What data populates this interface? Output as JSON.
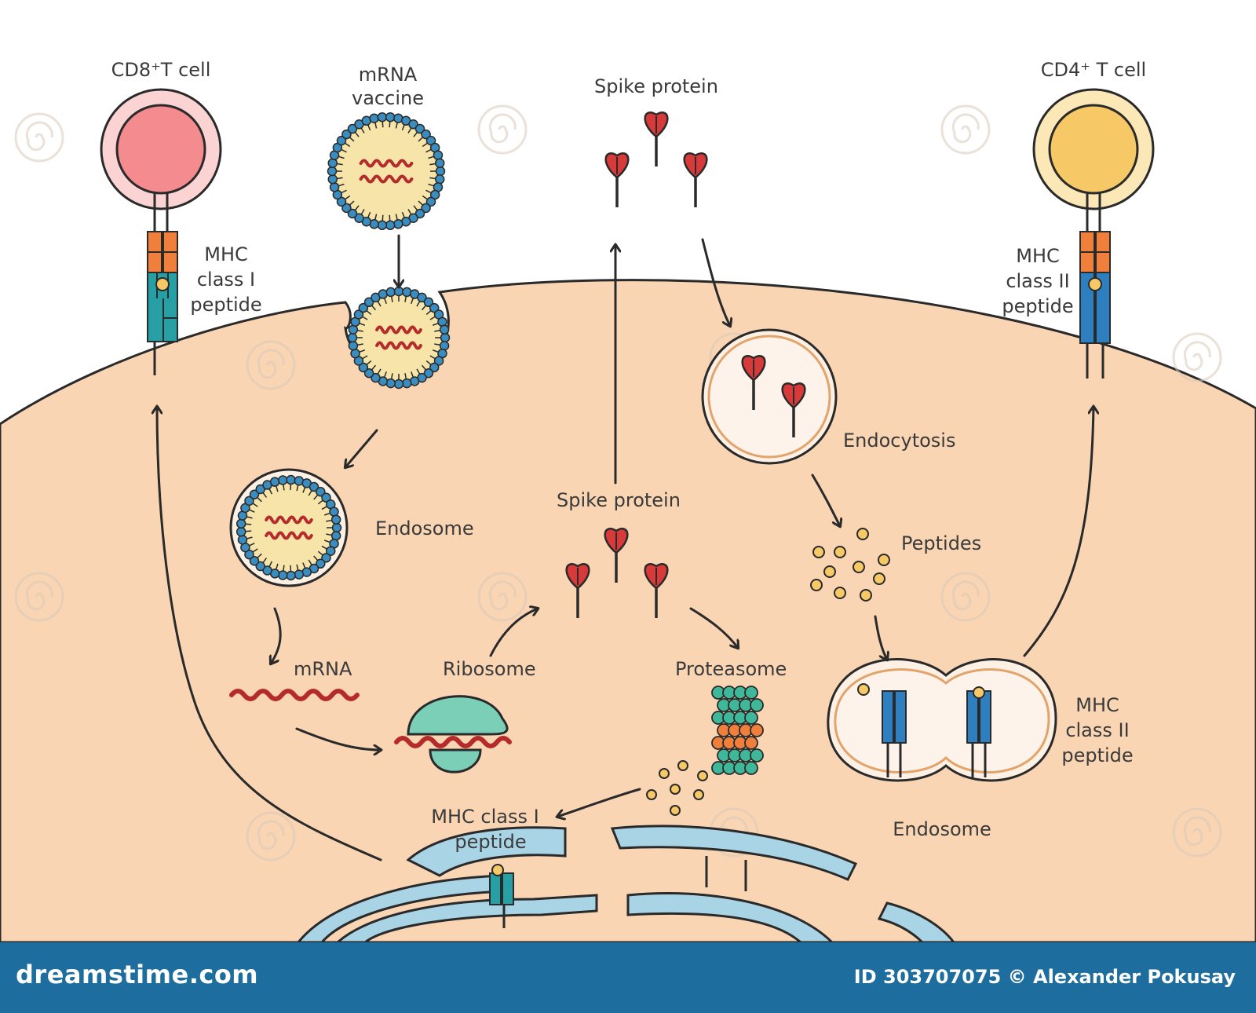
{
  "labels": {
    "cd8_t_cell": "CD8⁺T cell",
    "cd4_t_cell": "CD4⁺ T cell",
    "mrna_vaccine_line1": "mRNA",
    "mrna_vaccine_line2": "vaccine",
    "spike_protein_top": "Spike protein",
    "spike_protein_mid": "Spike protein",
    "mhc1_left_line1": "MHC",
    "mhc1_left_line2": "class I",
    "mhc1_left_line3": "peptide",
    "mhc2_right_line1": "MHC",
    "mhc2_right_line2": "class II",
    "mhc2_right_line3": "peptide",
    "endosome_left": "Endosome",
    "endocytosis": "Endocytosis",
    "peptides": "Peptides",
    "mrna": "mRNA",
    "ribosome": "Ribosome",
    "proteasome": "Proteasome",
    "mhc2_endo_line1": "MHC",
    "mhc2_endo_line2": "class II",
    "mhc2_endo_line3": "peptide",
    "endosome_right": "Endosome",
    "mhc1_bottom_line1": "MHC class I",
    "mhc1_bottom_line2": "peptide"
  },
  "footer": {
    "brand": "dreamstime.com",
    "credit": "ID 303707075 © Alexander Pokusay"
  },
  "colors": {
    "cell": "#f9d5b4",
    "cell_border": "#2a2a2a",
    "cd8": "#f48b8e",
    "cd4": "#f6c866",
    "lipid_blue": "#3b8cbf",
    "lipid_yellow": "#f7e4a8",
    "mrna_red": "#b52b2b",
    "spike_red": "#d83a3a",
    "ribosome": "#7ccfb7",
    "er_blue": "#a8d4e6",
    "mhc_orange": "#ef7f3a",
    "mhc_teal": "#26a0a4",
    "mhc_blue": "#2d7fbf",
    "footer_blue": "#1d6e9e"
  }
}
